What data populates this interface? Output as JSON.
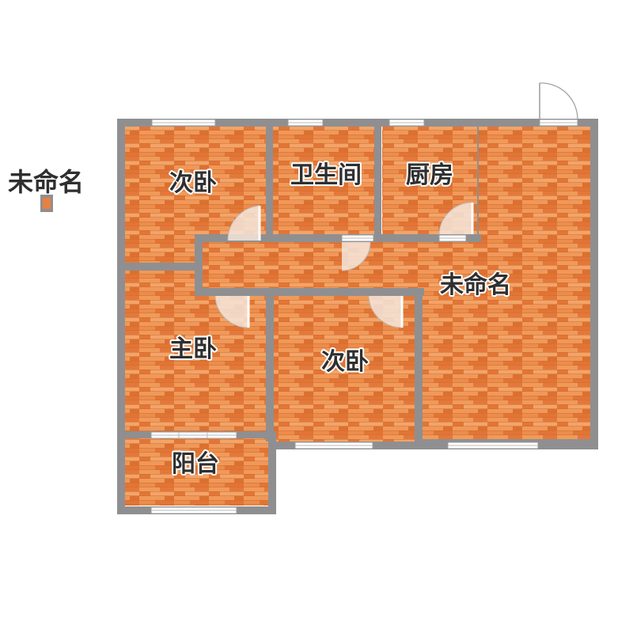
{
  "rooms": {
    "second_bedroom_north": "次卧",
    "bathroom": "卫生间",
    "kitchen": "厨房",
    "unnamed_living": "未命名",
    "master_bedroom": "主卧",
    "second_bedroom_south": "次卧",
    "balcony": "阳台"
  },
  "outside_marker": {
    "label": "未命名"
  },
  "colors": {
    "floor_base": "#e8803f",
    "floor_light": "#f2a063",
    "floor_dark": "#d96e2c",
    "wall": "#8f8f91",
    "label_text": "#2f2f2f"
  }
}
